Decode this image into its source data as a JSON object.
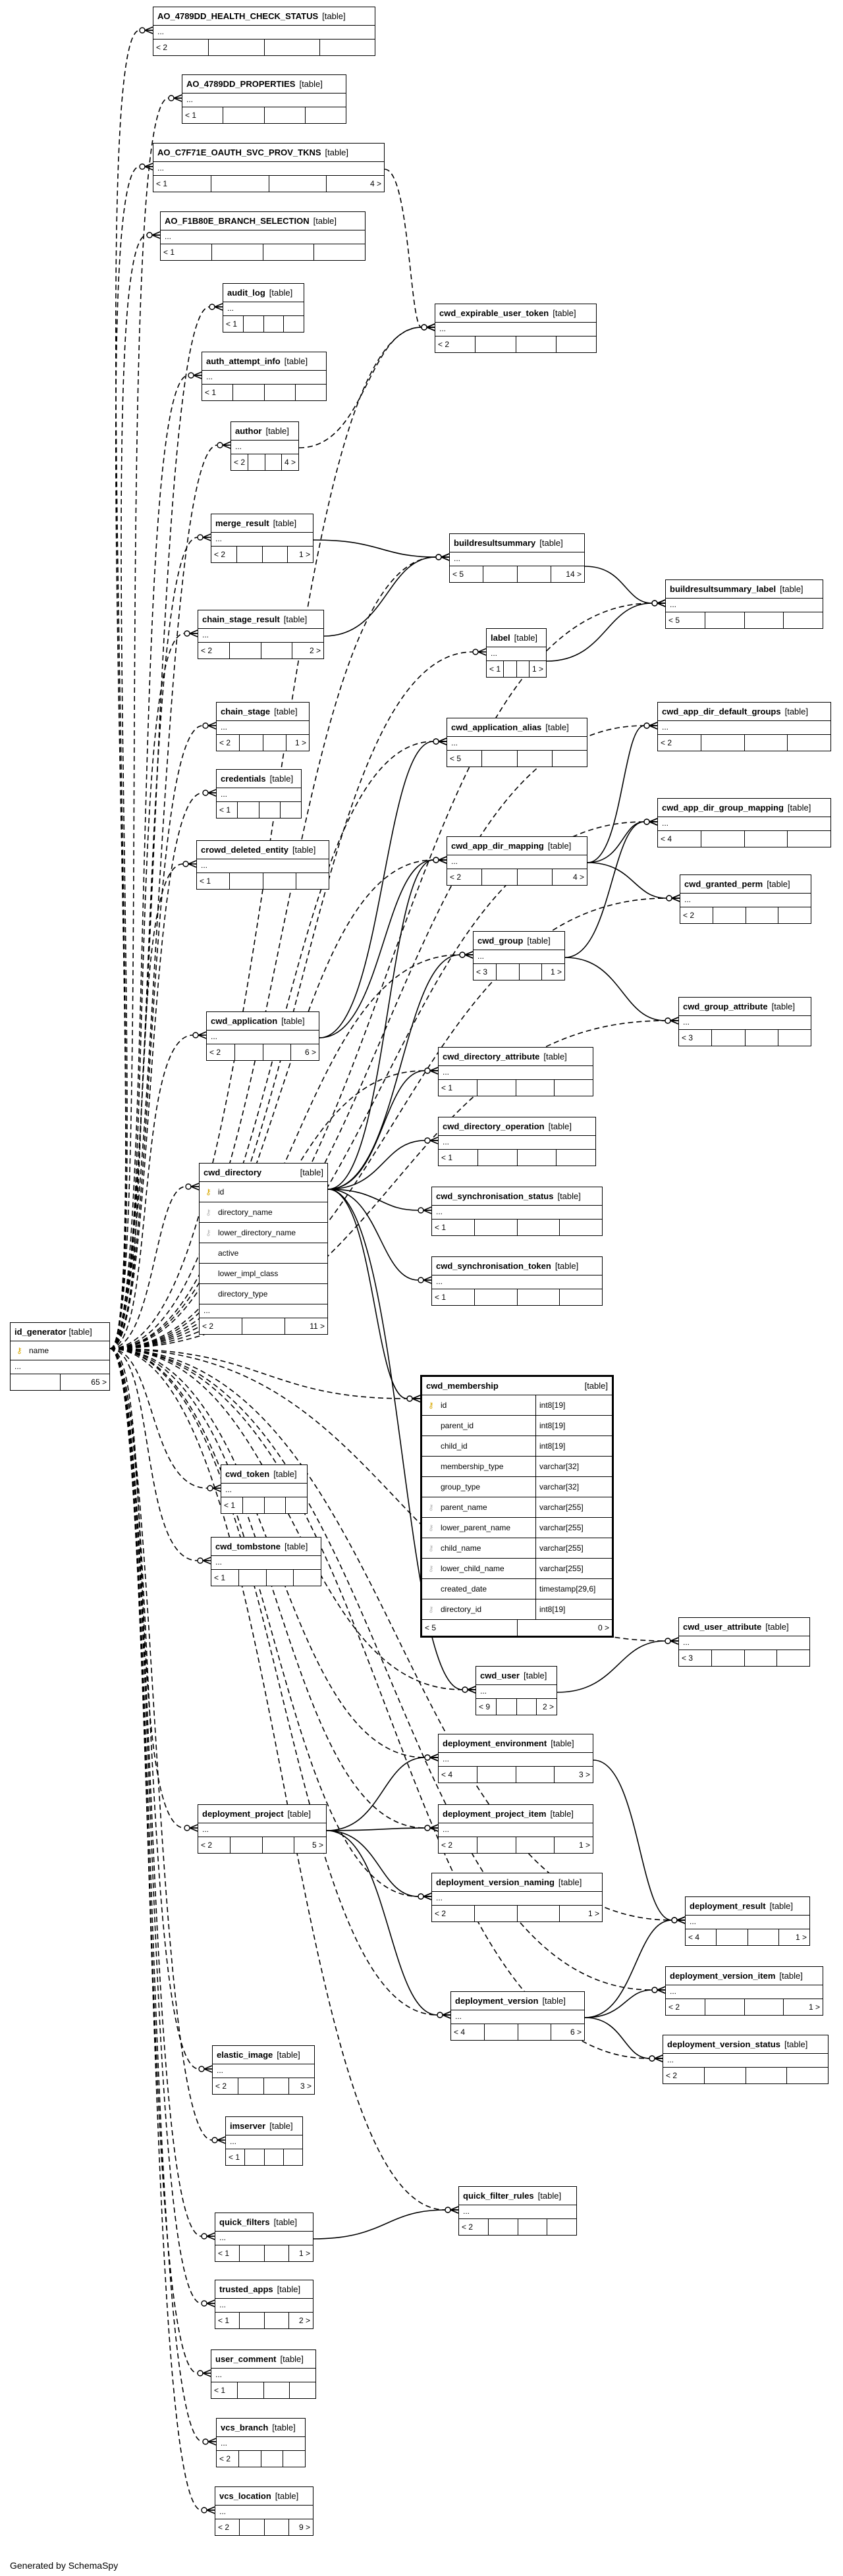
{
  "footer": "Generated by SchemaSpy",
  "table_tag": "[table]",
  "ellipsis": "...",
  "tables": [
    {
      "name": "AO_4789DD_HEALTH_CHECK_STATUS",
      "footer": [
        "< 2",
        "",
        ""
      ]
    },
    {
      "name": "AO_4789DD_PROPERTIES",
      "footer": [
        "< 1",
        "",
        ""
      ]
    },
    {
      "name": "AO_C7F71E_OAUTH_SVC_PROV_TKNS",
      "footer": [
        "< 1",
        "",
        "4 >"
      ]
    },
    {
      "name": "AO_F1B80E_BRANCH_SELECTION",
      "footer": [
        "< 1",
        "",
        ""
      ]
    },
    {
      "name": "audit_log",
      "footer": [
        "< 1",
        "",
        ""
      ]
    },
    {
      "name": "auth_attempt_info",
      "footer": [
        "< 1",
        "",
        ""
      ]
    },
    {
      "name": "author",
      "footer": [
        "< 2",
        "",
        "4 >"
      ]
    },
    {
      "name": "cwd_expirable_user_token",
      "footer": [
        "< 2",
        "",
        ""
      ]
    },
    {
      "name": "merge_result",
      "footer": [
        "< 2",
        "",
        "1 >"
      ]
    },
    {
      "name": "buildresultsummary",
      "footer": [
        "< 5",
        "",
        "14 >"
      ]
    },
    {
      "name": "buildresultsummary_label",
      "footer": [
        "< 5",
        "",
        ""
      ]
    },
    {
      "name": "chain_stage_result",
      "footer": [
        "< 2",
        "",
        "2 >"
      ]
    },
    {
      "name": "label",
      "footer": [
        "< 1",
        "",
        "1 >"
      ]
    },
    {
      "name": "chain_stage",
      "footer": [
        "< 2",
        "",
        "1 >"
      ]
    },
    {
      "name": "cwd_application_alias",
      "footer": [
        "< 5",
        "",
        ""
      ]
    },
    {
      "name": "cwd_app_dir_default_groups",
      "footer": [
        "< 2",
        "",
        ""
      ]
    },
    {
      "name": "credentials",
      "footer": [
        "< 1",
        "",
        ""
      ]
    },
    {
      "name": "cwd_app_dir_group_mapping",
      "footer": [
        "< 4",
        "",
        ""
      ]
    },
    {
      "name": "crowd_deleted_entity",
      "footer": [
        "< 1",
        "",
        ""
      ]
    },
    {
      "name": "cwd_app_dir_mapping",
      "footer": [
        "< 2",
        "",
        "4 >"
      ]
    },
    {
      "name": "cwd_granted_perm",
      "footer": [
        "< 2",
        "",
        ""
      ]
    },
    {
      "name": "cwd_group",
      "footer": [
        "< 3",
        "",
        "1 >"
      ]
    },
    {
      "name": "cwd_application",
      "footer": [
        "< 2",
        "",
        "6 >"
      ]
    },
    {
      "name": "cwd_group_attribute",
      "footer": [
        "< 3",
        "",
        ""
      ]
    },
    {
      "name": "cwd_directory_attribute",
      "footer": [
        "< 1",
        "",
        ""
      ]
    },
    {
      "name": "cwd_directory_operation",
      "footer": [
        "< 1",
        "",
        ""
      ]
    },
    {
      "name": "cwd_synchronisation_status",
      "footer": [
        "< 1",
        "",
        ""
      ]
    },
    {
      "name": "cwd_synchronisation_token",
      "footer": [
        "< 1",
        "",
        ""
      ]
    },
    {
      "name": "cwd_token",
      "footer": [
        "< 1",
        "",
        ""
      ]
    },
    {
      "name": "cwd_tombstone",
      "footer": [
        "< 1",
        "",
        ""
      ]
    },
    {
      "name": "cwd_user_attribute",
      "footer": [
        "< 3",
        "",
        ""
      ]
    },
    {
      "name": "cwd_user",
      "footer": [
        "< 9",
        "",
        "2 >"
      ]
    },
    {
      "name": "deployment_environment",
      "footer": [
        "< 4",
        "",
        "3 >"
      ]
    },
    {
      "name": "deployment_project",
      "footer": [
        "< 2",
        "",
        "5 >"
      ]
    },
    {
      "name": "deployment_project_item",
      "footer": [
        "< 2",
        "",
        "1 >"
      ]
    },
    {
      "name": "deployment_version_naming",
      "footer": [
        "< 2",
        "",
        "1 >"
      ]
    },
    {
      "name": "deployment_result",
      "footer": [
        "< 4",
        "",
        "1 >"
      ]
    },
    {
      "name": "deployment_version_item",
      "footer": [
        "< 2",
        "",
        "1 >"
      ]
    },
    {
      "name": "deployment_version",
      "footer": [
        "< 4",
        "",
        "6 >"
      ]
    },
    {
      "name": "deployment_version_status",
      "footer": [
        "< 2",
        "",
        ""
      ]
    },
    {
      "name": "elastic_image",
      "footer": [
        "< 2",
        "",
        "3 >"
      ]
    },
    {
      "name": "imserver",
      "footer": [
        "< 1",
        "",
        ""
      ]
    },
    {
      "name": "quick_filter_rules",
      "footer": [
        "< 2",
        "",
        ""
      ]
    },
    {
      "name": "quick_filters",
      "footer": [
        "< 1",
        "",
        "1 >"
      ]
    },
    {
      "name": "trusted_apps",
      "footer": [
        "< 1",
        "",
        "2 >"
      ]
    },
    {
      "name": "user_comment",
      "footer": [
        "< 1",
        "",
        ""
      ]
    },
    {
      "name": "vcs_branch",
      "footer": [
        "< 2",
        "",
        ""
      ]
    },
    {
      "name": "vcs_location",
      "footer": [
        "< 2",
        "",
        "9 >"
      ]
    }
  ],
  "id_generator": {
    "name": "id_generator",
    "columns": [
      {
        "name": "name",
        "key": "pk"
      }
    ],
    "footer": [
      "",
      "65 >"
    ]
  },
  "cwd_directory": {
    "name": "cwd_directory",
    "columns": [
      {
        "name": "id",
        "key": "pk"
      },
      {
        "name": "directory_name",
        "key": "ix"
      },
      {
        "name": "lower_directory_name",
        "key": "ix"
      },
      {
        "name": "active",
        "key": ""
      },
      {
        "name": "lower_impl_class",
        "key": ""
      },
      {
        "name": "directory_type",
        "key": ""
      }
    ],
    "footer": [
      "< 2",
      "",
      "11 >"
    ]
  },
  "cwd_membership": {
    "name": "cwd_membership",
    "columns": [
      {
        "name": "id",
        "type": "int8[19]",
        "key": "pk"
      },
      {
        "name": "parent_id",
        "type": "int8[19]",
        "key": ""
      },
      {
        "name": "child_id",
        "type": "int8[19]",
        "key": ""
      },
      {
        "name": "membership_type",
        "type": "varchar[32]",
        "key": ""
      },
      {
        "name": "group_type",
        "type": "varchar[32]",
        "key": ""
      },
      {
        "name": "parent_name",
        "type": "varchar[255]",
        "key": "ix"
      },
      {
        "name": "lower_parent_name",
        "type": "varchar[255]",
        "key": "ix"
      },
      {
        "name": "child_name",
        "type": "varchar[255]",
        "key": "ix"
      },
      {
        "name": "lower_child_name",
        "type": "varchar[255]",
        "key": "ix"
      },
      {
        "name": "created_date",
        "type": "timestamp[29,6]",
        "key": ""
      },
      {
        "name": "directory_id",
        "type": "int8[19]",
        "key": "ix"
      }
    ],
    "footer": [
      "< 5",
      "0 >"
    ]
  },
  "colors": {
    "line": "#000000",
    "pk": "#d8a800",
    "background": "#ffffff"
  }
}
